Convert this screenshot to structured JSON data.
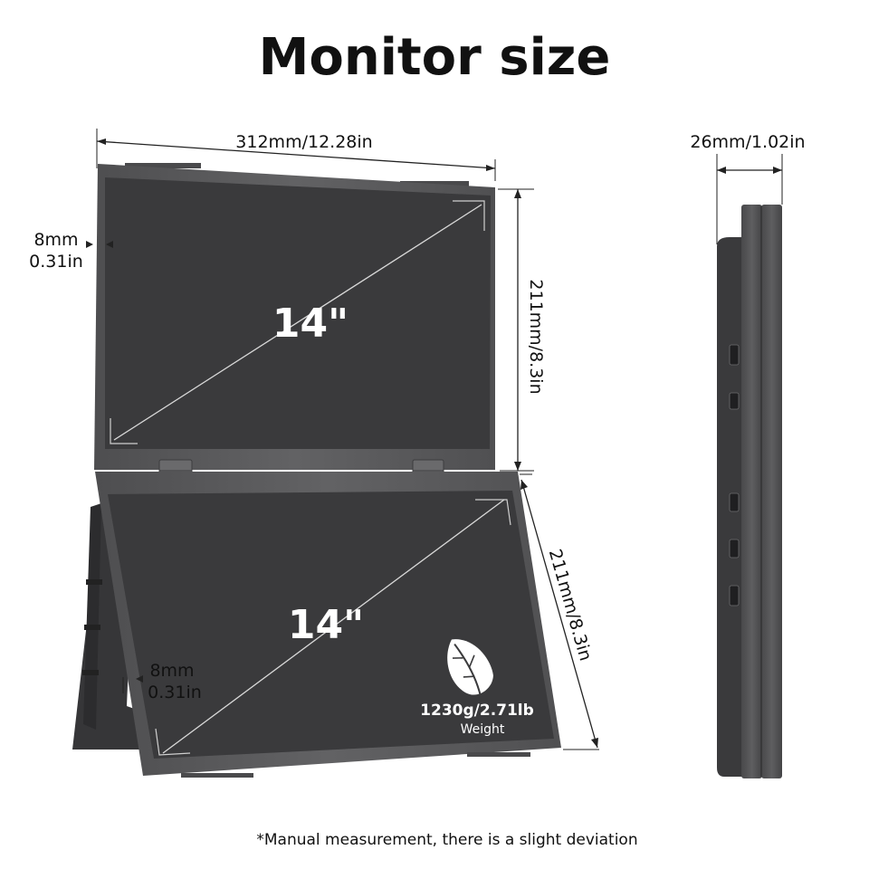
{
  "title": "Monitor size",
  "dimensions": {
    "width": "312mm/12.28in",
    "top_height": "211mm/8.3in",
    "bottom_height": "211mm/8.3in",
    "thickness": "26mm/1.02in",
    "bezel_top_mm": "8mm",
    "bezel_top_in": "0.31in",
    "bezel_bottom_mm": "8mm",
    "bezel_bottom_in": "0.31in"
  },
  "screens": {
    "top_size": "14\"",
    "bottom_size": "14\""
  },
  "weight": {
    "value": "1230g/2.71lb",
    "caption": "Weight",
    "icon": "leaf-icon"
  },
  "footnote": "*Manual measurement, there is a slight deviation",
  "colors": {
    "frame": "#5b5b5d",
    "screen": "#3a3a3c",
    "background": "#ffffff",
    "text": "#111111"
  }
}
